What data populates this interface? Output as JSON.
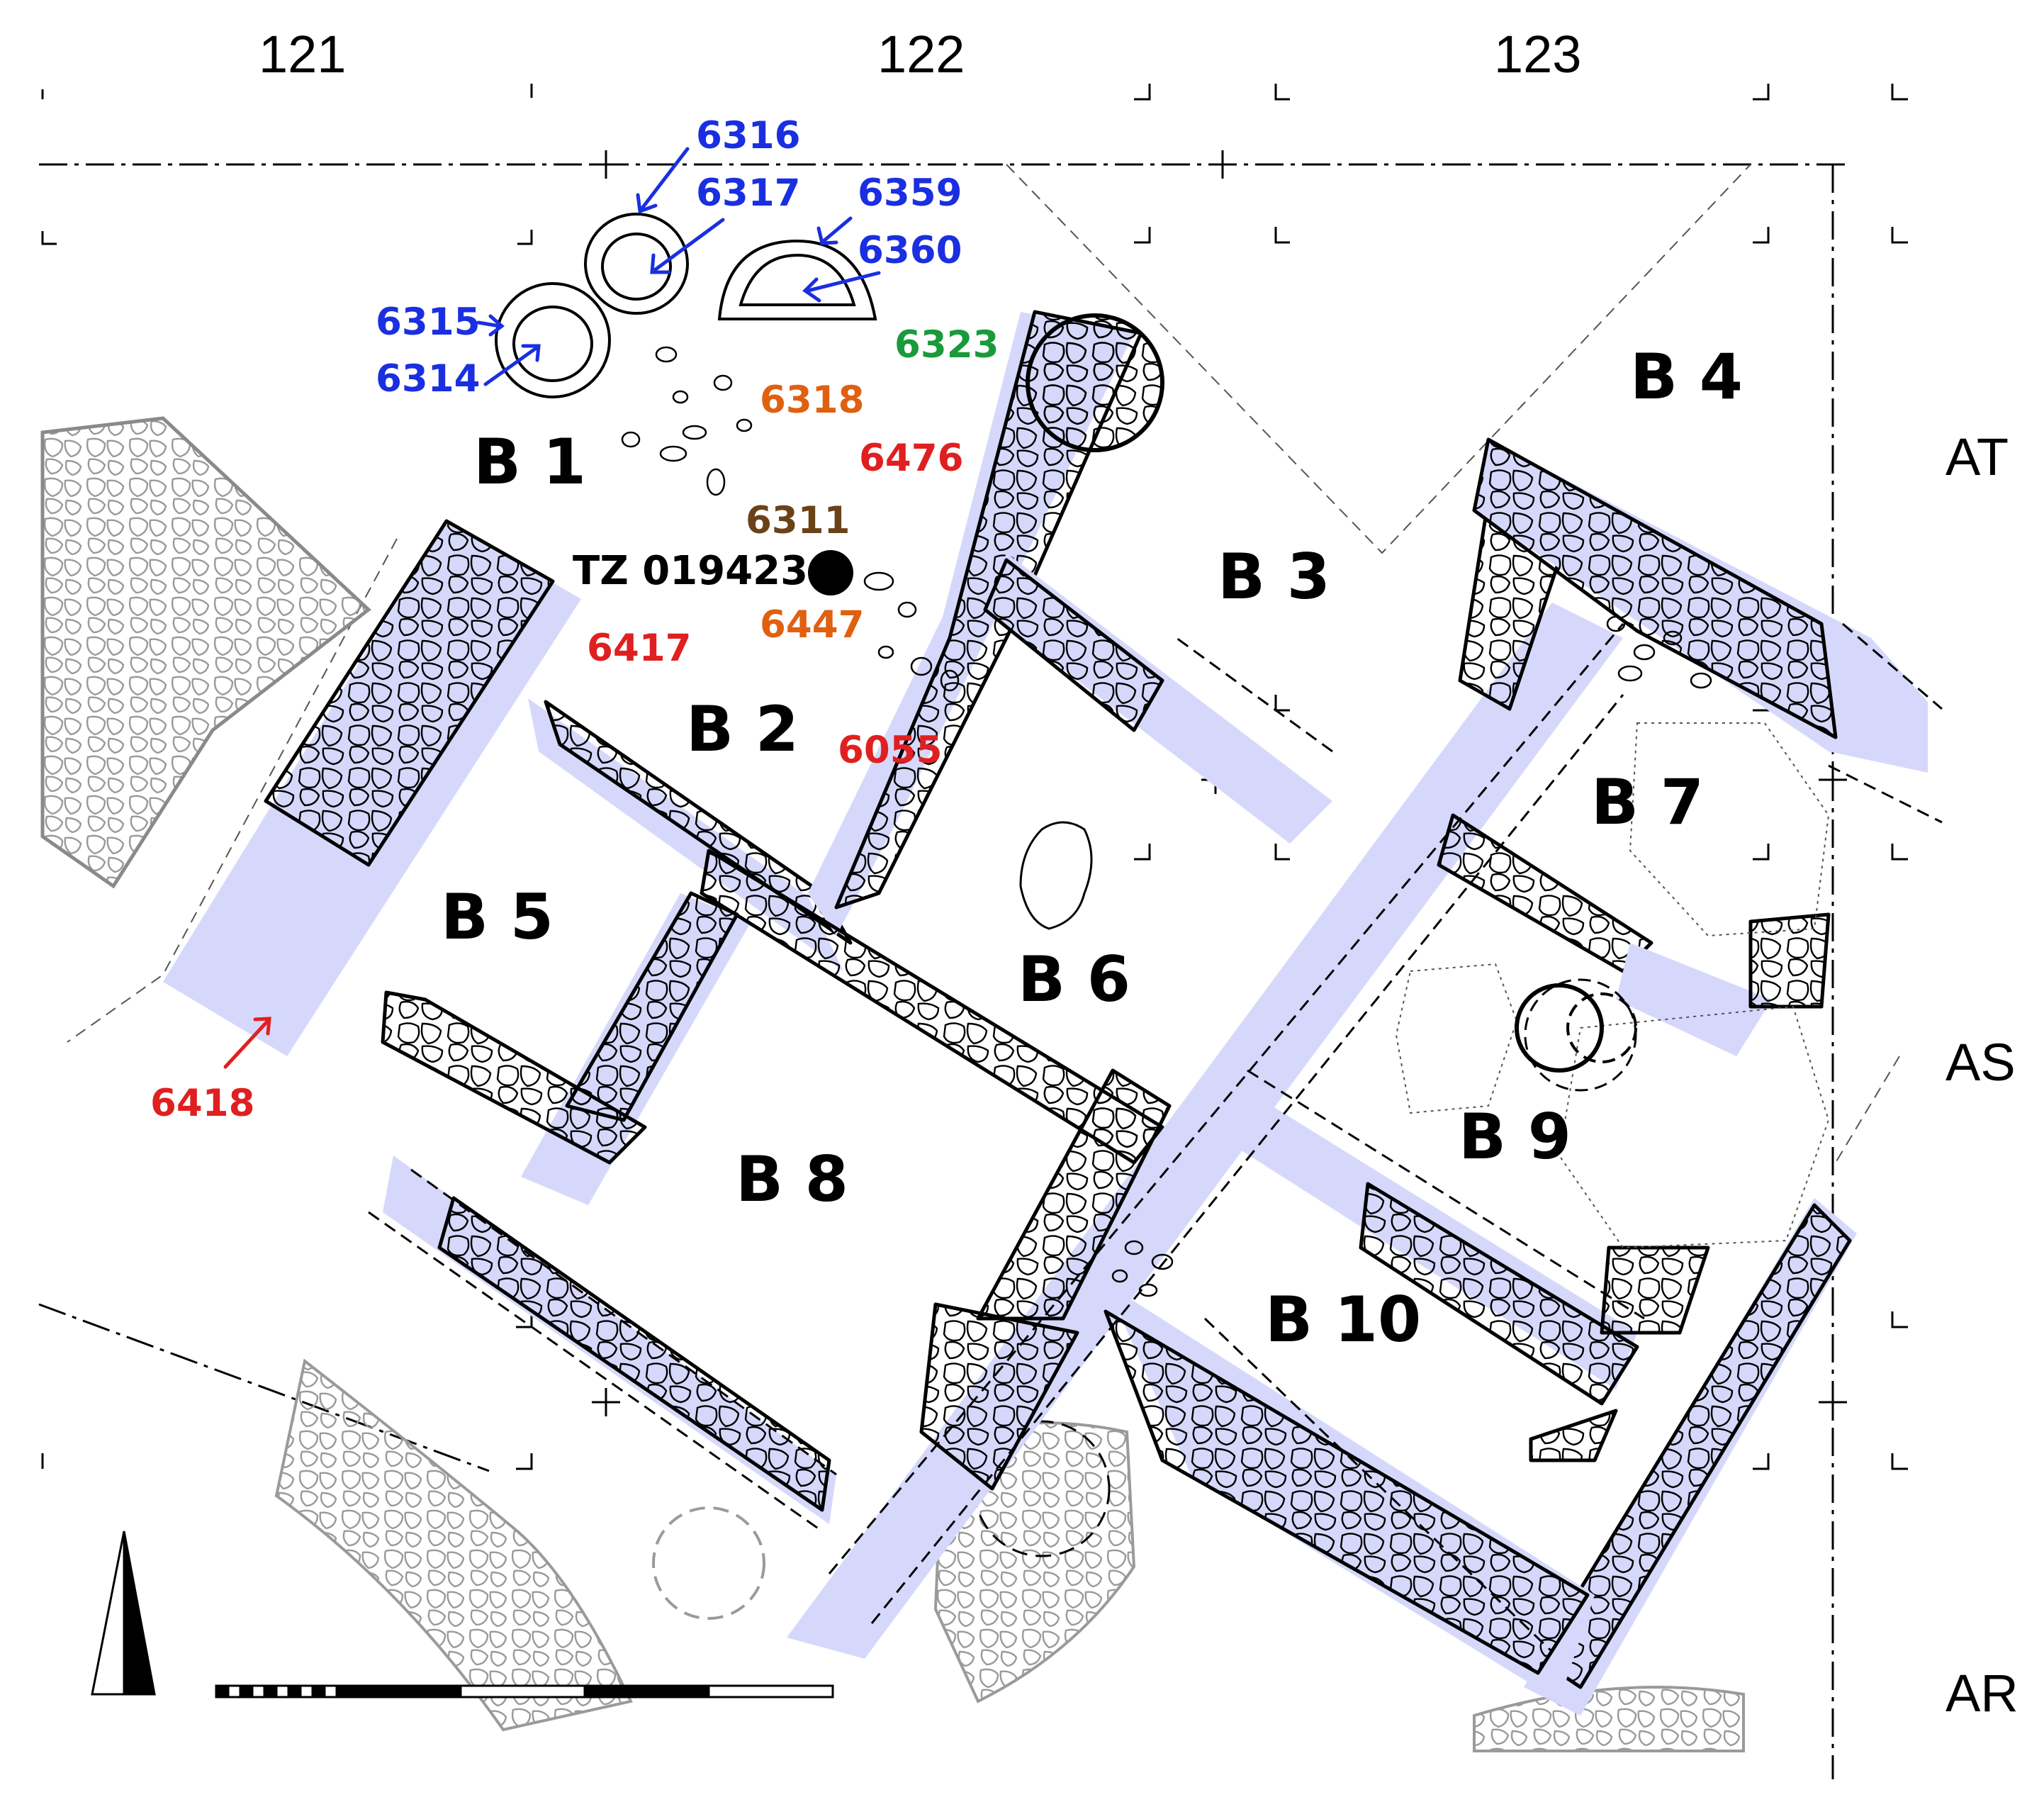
{
  "colors": {
    "wall_fill": "#d6d8fb",
    "stone_line": "#000000",
    "old_stone": "#9a9a9a",
    "blue_label": "#1a2fe0",
    "red_label": "#e02020",
    "orange_label": "#e06010",
    "green_label": "#1a9a3a",
    "brown_label": "#6b4218"
  },
  "grid": {
    "columns": [
      "121",
      "122",
      "123"
    ],
    "rows": [
      "AT",
      "AS",
      "AR"
    ]
  },
  "rooms": [
    "B 1",
    "B 2",
    "B 3",
    "B 4",
    "B 5",
    "B 6",
    "B 7",
    "B 8",
    "B 9",
    "B 10"
  ],
  "features": {
    "f6316": "6316",
    "f6317": "6317",
    "f6359": "6359",
    "f6360": "6360",
    "f6315": "6315",
    "f6314": "6314",
    "f6323": "6323",
    "f6318": "6318",
    "f6476": "6476",
    "f6311": "6311",
    "f6447": "6447",
    "f6417": "6417",
    "f6055": "6055",
    "f6418": "6418"
  },
  "sample": {
    "label": "TZ 019423"
  },
  "icons": {
    "north": "north-arrow-icon",
    "scale": "scale-bar-icon"
  }
}
